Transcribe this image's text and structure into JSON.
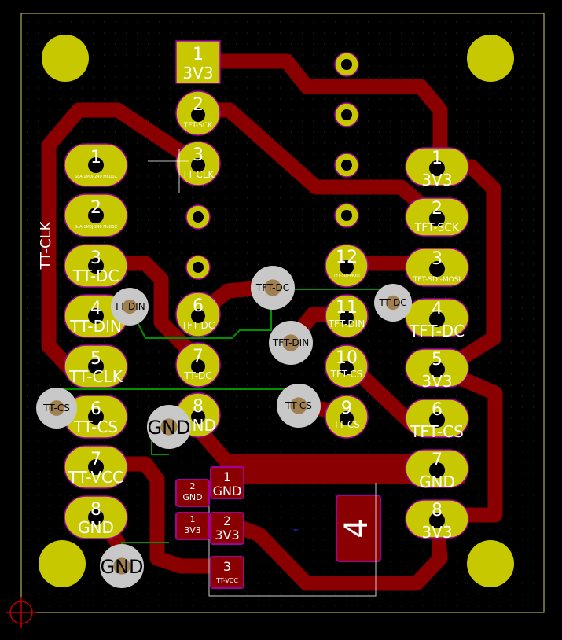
{
  "colors": {
    "background": "#000000",
    "edge_cuts": "#d0d060",
    "pad": "#c8c800",
    "pad_outline": "#a000a0",
    "hole": "#000000",
    "track": "#8a0000",
    "ratsnest": "#009000",
    "via": "#c8c8c8",
    "via_hole": "#a08050",
    "silk": "#ffffff"
  },
  "left_header": {
    "pins": [
      {
        "num": "1",
        "net": "",
        "small": "SoA-1M0J-240 MoD0Z"
      },
      {
        "num": "2",
        "net": "",
        "small": "SoA-1M0J-240 MoD0Z"
      },
      {
        "num": "3",
        "net": "TT-DC",
        "small": ""
      },
      {
        "num": "4",
        "net": "TT-DIN",
        "small": ""
      },
      {
        "num": "5",
        "net": "TT-CLK",
        "small": ""
      },
      {
        "num": "6",
        "net": "TT-CS",
        "small": ""
      },
      {
        "num": "7",
        "net": "TT-VCC",
        "small": ""
      },
      {
        "num": "8",
        "net": "GND",
        "small": ""
      }
    ]
  },
  "right_header": {
    "pins": [
      {
        "num": "1",
        "net": "3V3"
      },
      {
        "num": "2",
        "net": "TFT-SCK"
      },
      {
        "num": "3",
        "net": "TFT-SDI-MOSI"
      },
      {
        "num": "4",
        "net": "TFT-DC"
      },
      {
        "num": "5",
        "net": "3V3"
      },
      {
        "num": "6",
        "net": "TFT-CS"
      },
      {
        "num": "7",
        "net": "GND"
      },
      {
        "num": "8",
        "net": "3V3"
      }
    ]
  },
  "left_column_tht": [
    {
      "num": "1",
      "net": "3V3"
    },
    {
      "num": "2",
      "net": "TFT-SCK"
    },
    {
      "num": "3",
      "net": "TT-CLK"
    },
    {
      "num": "",
      "net": ""
    },
    {
      "num": "",
      "net": ""
    },
    {
      "num": "6",
      "net": "TFT-DC"
    },
    {
      "num": "7",
      "net": "TT-DC"
    },
    {
      "num": "8",
      "net": "GND"
    }
  ],
  "right_column_tht": [
    {
      "num": "",
      "net": ""
    },
    {
      "num": "",
      "net": ""
    },
    {
      "num": "",
      "net": ""
    },
    {
      "num": "",
      "net": ""
    },
    {
      "num": "12",
      "net": "TFT-SDI-MOSI"
    },
    {
      "num": "11",
      "net": "TFT-DIN"
    },
    {
      "num": "10",
      "net": "TFT-CS"
    },
    {
      "num": "9",
      "net": "TT-CS"
    }
  ],
  "vias": [
    {
      "net": "TT-DIN"
    },
    {
      "net": "TFT-DC"
    },
    {
      "net": "TT-DC"
    },
    {
      "net": "TFT-DIN"
    },
    {
      "net": "TT-CS"
    },
    {
      "net": "TT-CS"
    },
    {
      "net": "GND"
    },
    {
      "net": "GND"
    }
  ],
  "regulator": {
    "pins": [
      {
        "num": "1",
        "net": "GND"
      },
      {
        "num": "2",
        "net": "3V3"
      },
      {
        "num": "3",
        "net": "TT-VCC"
      }
    ],
    "tab_num": "4"
  },
  "capacitor": {
    "pads": [
      {
        "num": "2",
        "net": "GND"
      },
      {
        "num": "1",
        "net": "3V3"
      }
    ]
  },
  "vertical_label": "TT-CLK"
}
